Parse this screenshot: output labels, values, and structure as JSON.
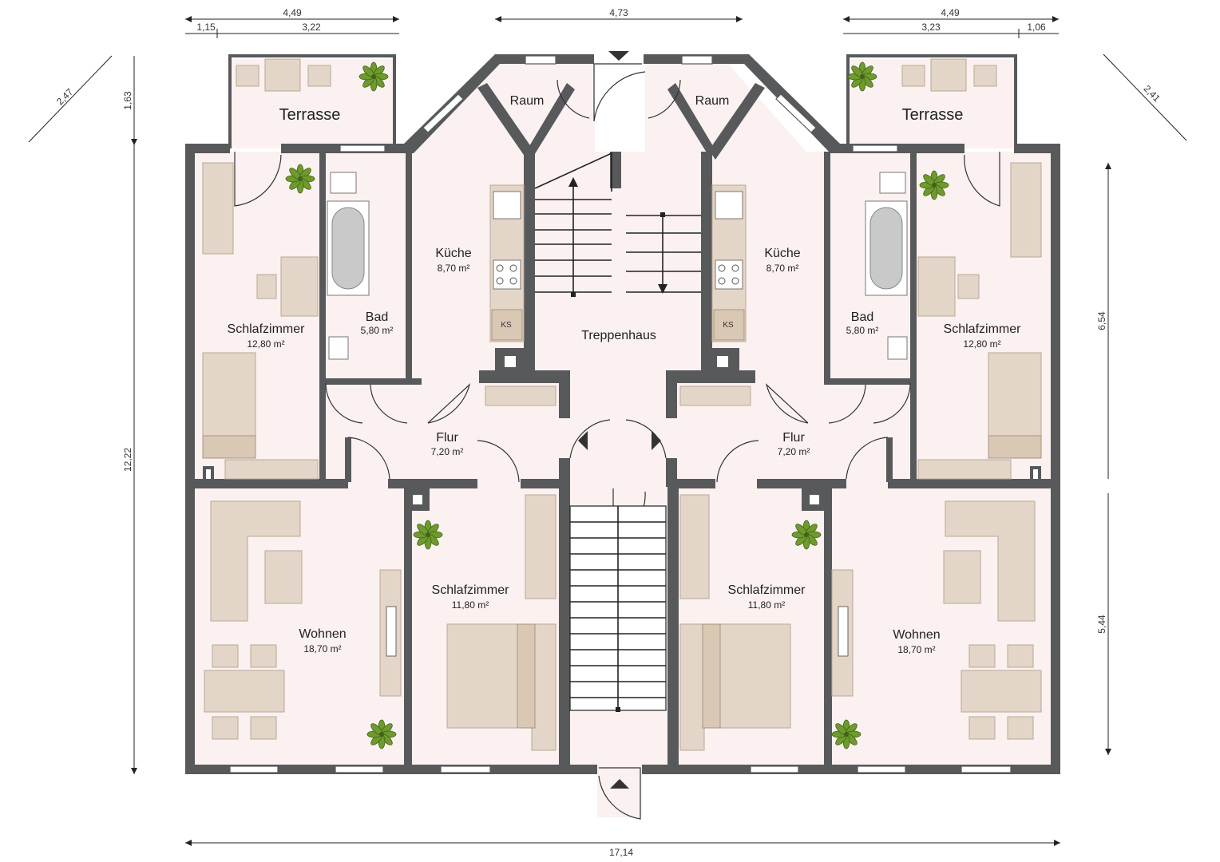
{
  "plan": {
    "rooms": {
      "terrace_left": {
        "name": "Terrasse"
      },
      "terrace_right": {
        "name": "Terrasse"
      },
      "storage_left": {
        "name": "Raum"
      },
      "storage_right": {
        "name": "Raum"
      },
      "kitchen_left": {
        "name": "Küche",
        "area": "8,70 m²"
      },
      "kitchen_right": {
        "name": "Küche",
        "area": "8,70 m²"
      },
      "bath_left": {
        "name": "Bad",
        "area": "5,80 m²"
      },
      "bath_right": {
        "name": "Bad",
        "area": "5,80 m²"
      },
      "bedroom_top_left": {
        "name": "Schlafzimmer",
        "area": "12,80 m²"
      },
      "bedroom_top_right": {
        "name": "Schlafzimmer",
        "area": "12,80 m²"
      },
      "stairwell": {
        "name": "Treppenhaus"
      },
      "hall_left": {
        "name": "Flur",
        "area": "7,20 m²"
      },
      "hall_right": {
        "name": "Flur",
        "area": "7,20 m²"
      },
      "living_left": {
        "name": "Wohnen",
        "area": "18,70 m²"
      },
      "living_right": {
        "name": "Wohnen",
        "area": "18,70 m²"
      },
      "bedroom_bottom_left": {
        "name": "Schlafzimmer",
        "area": "11,80 m²"
      },
      "bedroom_bottom_right": {
        "name": "Schlafzimmer",
        "area": "11,80 m²"
      }
    },
    "fridge_label": "KS",
    "dimensions": {
      "top_left_total": "4,49",
      "top_left_a": "1,15",
      "top_left_b": "3,22",
      "top_center": "4,73",
      "top_right_total": "4,49",
      "top_right_a": "3,23",
      "top_right_b": "1,06",
      "diag_left": "2,47",
      "diag_right": "2,41",
      "left_terrace": "1,63",
      "left_total": "12,22",
      "right_upper": "6,54",
      "right_lower": "5,44",
      "bottom_total": "17,14"
    },
    "colors": {
      "wall": "#58595b",
      "floor": "#fbf1f1",
      "furniture": "#e3d6c8",
      "plant": "#6f9a2e"
    }
  }
}
